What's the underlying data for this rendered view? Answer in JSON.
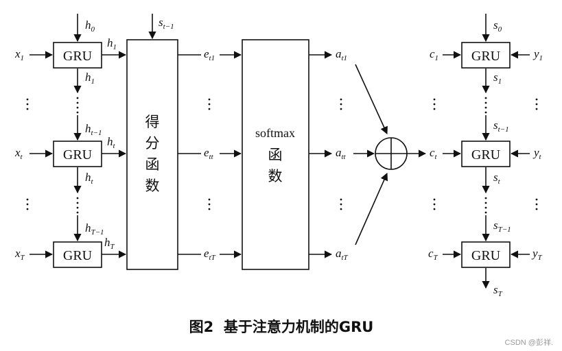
{
  "gru_label": "GRU",
  "score_function_label": [
    "得",
    "分",
    "函",
    "数"
  ],
  "softmax_label": "softmax",
  "softmax_sub_label": [
    "函",
    "数"
  ],
  "caption": "图2  基于注意力机制的GRU",
  "watermark": "CSDN @彭祥.",
  "encoder": {
    "h0": {
      "base": "h",
      "sub": "0"
    },
    "rows": [
      {
        "x": {
          "base": "x",
          "sub": "1"
        },
        "h_out": {
          "base": "h",
          "sub": "1"
        },
        "h_down": {
          "base": "h",
          "sub": "1"
        }
      },
      {
        "x": {
          "base": "x",
          "sub": "t"
        },
        "h_in": {
          "base": "h",
          "sub": "t−1"
        },
        "h_out": {
          "base": "h",
          "sub": "t"
        },
        "h_down": {
          "base": "h",
          "sub": "t"
        }
      },
      {
        "x": {
          "base": "x",
          "sub": "T"
        },
        "h_in": {
          "base": "h",
          "sub": "T−1"
        },
        "h_out": {
          "base": "h",
          "sub": "T"
        }
      }
    ]
  },
  "s_prev": {
    "base": "s",
    "sub": "t−1"
  },
  "energies": [
    {
      "base": "e",
      "sub": "t1"
    },
    {
      "base": "e",
      "sub": "tt"
    },
    {
      "base": "e",
      "sub": "tT"
    }
  ],
  "weights": [
    {
      "base": "a",
      "sub": "t1"
    },
    {
      "base": "a",
      "sub": "tt"
    },
    {
      "base": "a",
      "sub": "tT"
    }
  ],
  "context": {
    "base": "c",
    "sub": "t"
  },
  "decoder": {
    "s0": {
      "base": "s",
      "sub": "0"
    },
    "rows": [
      {
        "c": {
          "base": "c",
          "sub": "1"
        },
        "y": {
          "base": "y",
          "sub": "1"
        },
        "s_down": {
          "base": "s",
          "sub": "1"
        }
      },
      {
        "s_in": {
          "base": "s",
          "sub": "t−1"
        },
        "c": {
          "base": "c",
          "sub": "t"
        },
        "y": {
          "base": "y",
          "sub": "t"
        },
        "s_down": {
          "base": "s",
          "sub": "t"
        }
      },
      {
        "s_in": {
          "base": "s",
          "sub": "T−1"
        },
        "c": {
          "base": "c",
          "sub": "T"
        },
        "y": {
          "base": "y",
          "sub": "T"
        },
        "s_down": {
          "base": "s",
          "sub": "T"
        }
      }
    ]
  }
}
